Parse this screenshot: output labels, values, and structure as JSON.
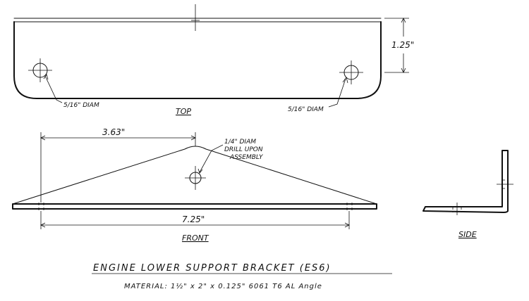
{
  "labels": {
    "dim_height": "1.25\"",
    "hole_left": "5/16\" DIAM",
    "hole_right": "5/16\" DIAM",
    "view_top": "TOP",
    "dim_peak": "3.63\"",
    "drill_note_1": "1/4\" DIAM",
    "drill_note_2": "DRILL UPON",
    "drill_note_3": "ASSEMBLY",
    "dim_length": "7.25\"",
    "view_front": "FRONT",
    "view_side": "SIDE",
    "title": "ENGINE LOWER SUPPORT BRACKET (ES6)",
    "material": "MATERIAL: 1½\" x 2\" x 0.125\" 6061 T6 AL Angle"
  }
}
